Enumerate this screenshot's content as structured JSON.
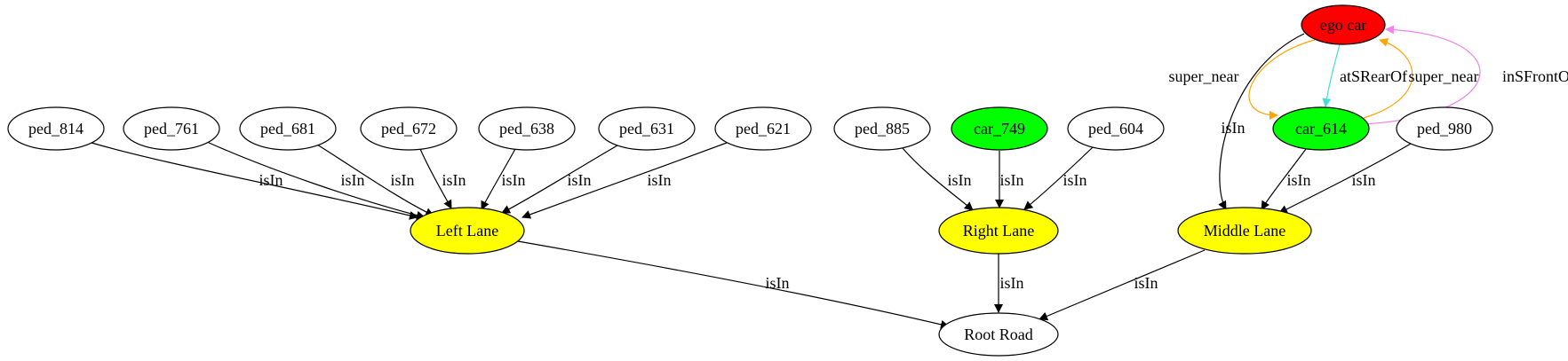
{
  "nodes": [
    {
      "id": "ego_car",
      "label": "ego car",
      "fill": "#ff0000"
    },
    {
      "id": "ped_814",
      "label": "ped_814",
      "fill": "#ffffff"
    },
    {
      "id": "ped_761",
      "label": "ped_761",
      "fill": "#ffffff"
    },
    {
      "id": "ped_681",
      "label": "ped_681",
      "fill": "#ffffff"
    },
    {
      "id": "ped_672",
      "label": "ped_672",
      "fill": "#ffffff"
    },
    {
      "id": "ped_638",
      "label": "ped_638",
      "fill": "#ffffff"
    },
    {
      "id": "ped_631",
      "label": "ped_631",
      "fill": "#ffffff"
    },
    {
      "id": "ped_621",
      "label": "ped_621",
      "fill": "#ffffff"
    },
    {
      "id": "ped_885",
      "label": "ped_885",
      "fill": "#ffffff"
    },
    {
      "id": "car_749",
      "label": "car_749",
      "fill": "#00ff00"
    },
    {
      "id": "ped_604",
      "label": "ped_604",
      "fill": "#ffffff"
    },
    {
      "id": "car_614",
      "label": "car_614",
      "fill": "#00ff00"
    },
    {
      "id": "ped_980",
      "label": "ped_980",
      "fill": "#ffffff"
    },
    {
      "id": "left_lane",
      "label": "Left Lane",
      "fill": "#ffff00"
    },
    {
      "id": "right_lane",
      "label": "Right Lane",
      "fill": "#ffff00"
    },
    {
      "id": "middle_lane",
      "label": "Middle Lane",
      "fill": "#ffff00"
    },
    {
      "id": "root_road",
      "label": "Root Road",
      "fill": "#ffffff"
    }
  ],
  "edges": [
    {
      "id": "e_ped814_left",
      "from": "ped_814",
      "to": "left_lane",
      "label": "isIn",
      "color": "#000000"
    },
    {
      "id": "e_ped761_left",
      "from": "ped_761",
      "to": "left_lane",
      "label": "isIn",
      "color": "#000000"
    },
    {
      "id": "e_ped681_left",
      "from": "ped_681",
      "to": "left_lane",
      "label": "isIn",
      "color": "#000000"
    },
    {
      "id": "e_ped672_left",
      "from": "ped_672",
      "to": "left_lane",
      "label": "isIn",
      "color": "#000000"
    },
    {
      "id": "e_ped638_left",
      "from": "ped_638",
      "to": "left_lane",
      "label": "isIn",
      "color": "#000000"
    },
    {
      "id": "e_ped631_left",
      "from": "ped_631",
      "to": "left_lane",
      "label": "isIn",
      "color": "#000000"
    },
    {
      "id": "e_ped621_left",
      "from": "ped_621",
      "to": "left_lane",
      "label": "isIn",
      "color": "#000000"
    },
    {
      "id": "e_ped885_right",
      "from": "ped_885",
      "to": "right_lane",
      "label": "isIn",
      "color": "#000000"
    },
    {
      "id": "e_car749_right",
      "from": "car_749",
      "to": "right_lane",
      "label": "isIn",
      "color": "#000000"
    },
    {
      "id": "e_ped604_right",
      "from": "ped_604",
      "to": "right_lane",
      "label": "isIn",
      "color": "#000000"
    },
    {
      "id": "e_car614_middle",
      "from": "car_614",
      "to": "middle_lane",
      "label": "isIn",
      "color": "#000000"
    },
    {
      "id": "e_ped980_middle",
      "from": "ped_980",
      "to": "middle_lane",
      "label": "isIn",
      "color": "#000000"
    },
    {
      "id": "e_ego_middle",
      "from": "ego_car",
      "to": "middle_lane",
      "label": "isIn",
      "color": "#000000"
    },
    {
      "id": "e_ego_car614_near",
      "from": "ego_car",
      "to": "car_614",
      "label": "super_near",
      "color": "#ffa500"
    },
    {
      "id": "e_ego_car614_rear",
      "from": "ego_car",
      "to": "car_614",
      "label": "atSRearOf",
      "color": "#40e0d0"
    },
    {
      "id": "e_car614_ego_near",
      "from": "car_614",
      "to": "ego_car",
      "label": "super_near",
      "color": "#ffa500"
    },
    {
      "id": "e_car614_ego_front",
      "from": "car_614",
      "to": "ego_car",
      "label": "inSFrontOf",
      "color": "#ee82ee"
    },
    {
      "id": "e_left_root",
      "from": "left_lane",
      "to": "root_road",
      "label": "isIn",
      "color": "#000000"
    },
    {
      "id": "e_right_root",
      "from": "right_lane",
      "to": "root_road",
      "label": "isIn",
      "color": "#000000"
    },
    {
      "id": "e_middle_root",
      "from": "middle_lane",
      "to": "root_road",
      "label": "isIn",
      "color": "#000000"
    }
  ]
}
